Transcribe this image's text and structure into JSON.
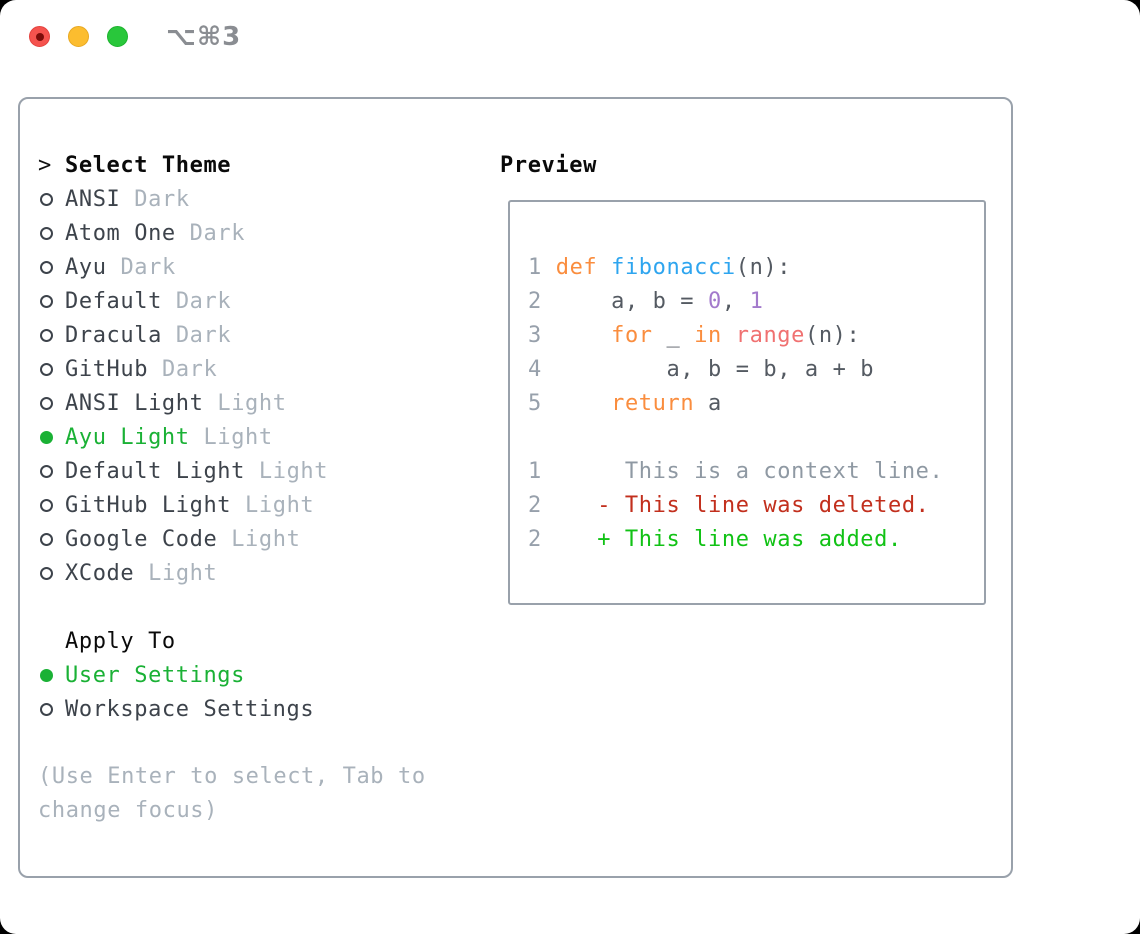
{
  "window": {
    "title": "⌥⌘3"
  },
  "colors": {
    "accent_green": "#1ab135",
    "header_black": "#0a0a0a",
    "item_dark": "#3d434b",
    "muted_gray": "#a9b2bb",
    "panel_border": "#99a1ab",
    "lineno": "#97a0ab",
    "fg": "#545a62",
    "keyword": "#fa8d3e",
    "function": "#2ea5ef",
    "constant": "#a37acc",
    "call": "#f07171",
    "context": "#8f99a3",
    "deleted": "#c22f1d",
    "added": "#11c215",
    "traffic_red": "#f5534e",
    "traffic_yellow": "#fcbd2f",
    "traffic_green": "#29c73b"
  },
  "theme_panel": {
    "header": "Select Theme",
    "pointer": ">",
    "items": [
      {
        "name": "ANSI",
        "variant": "Dark",
        "selected": false
      },
      {
        "name": "Atom One",
        "variant": "Dark",
        "selected": false
      },
      {
        "name": "Ayu",
        "variant": "Dark",
        "selected": false
      },
      {
        "name": "Default",
        "variant": "Dark",
        "selected": false
      },
      {
        "name": "Dracula",
        "variant": "Dark",
        "selected": false
      },
      {
        "name": "GitHub",
        "variant": "Dark",
        "selected": false
      },
      {
        "name": "ANSI Light",
        "variant": "Light",
        "selected": false
      },
      {
        "name": "Ayu Light",
        "variant": "Light",
        "selected": true
      },
      {
        "name": "Default Light",
        "variant": "Light",
        "selected": false
      },
      {
        "name": "GitHub Light",
        "variant": "Light",
        "selected": false
      },
      {
        "name": "Google Code",
        "variant": "Light",
        "selected": false
      },
      {
        "name": "XCode",
        "variant": "Light",
        "selected": false
      }
    ]
  },
  "apply_panel": {
    "header": "Apply To",
    "items": [
      {
        "label": "User Settings",
        "selected": true
      },
      {
        "label": "Workspace Settings",
        "selected": false
      }
    ]
  },
  "footer_hint": "(Use Enter to select, Tab to change focus)",
  "preview": {
    "header": "Preview",
    "lines": [
      {
        "segments": [
          {
            "text": "1",
            "color": "lineno"
          },
          {
            "text": " ",
            "color": "fg"
          },
          {
            "text": "def ",
            "color": "keyword"
          },
          {
            "text": "fibonacci",
            "color": "function"
          },
          {
            "text": "(n):",
            "color": "fg"
          }
        ]
      },
      {
        "segments": [
          {
            "text": "2",
            "color": "lineno"
          },
          {
            "text": "     a, b = ",
            "color": "fg"
          },
          {
            "text": "0",
            "color": "constant"
          },
          {
            "text": ", ",
            "color": "fg"
          },
          {
            "text": "1",
            "color": "constant"
          }
        ]
      },
      {
        "segments": [
          {
            "text": "3",
            "color": "lineno"
          },
          {
            "text": "     ",
            "color": "fg"
          },
          {
            "text": "for",
            "color": "keyword"
          },
          {
            "text": " _ ",
            "color": "fg"
          },
          {
            "text": "in",
            "color": "keyword"
          },
          {
            "text": " ",
            "color": "fg"
          },
          {
            "text": "range",
            "color": "call"
          },
          {
            "text": "(n):",
            "color": "fg"
          }
        ]
      },
      {
        "segments": [
          {
            "text": "4",
            "color": "lineno"
          },
          {
            "text": "         a, b = b, a + b",
            "color": "fg"
          }
        ]
      },
      {
        "segments": [
          {
            "text": "5",
            "color": "lineno"
          },
          {
            "text": "     ",
            "color": "fg"
          },
          {
            "text": "return",
            "color": "keyword"
          },
          {
            "text": " a",
            "color": "fg"
          }
        ]
      },
      {
        "segments": []
      },
      {
        "segments": [
          {
            "text": "1",
            "color": "lineno"
          },
          {
            "text": "      This is a context line.",
            "color": "context"
          }
        ]
      },
      {
        "segments": [
          {
            "text": "2",
            "color": "lineno"
          },
          {
            "text": "    - This line was deleted.",
            "color": "deleted"
          }
        ]
      },
      {
        "segments": [
          {
            "text": "2",
            "color": "lineno"
          },
          {
            "text": "    + This line was added.",
            "color": "added"
          }
        ]
      }
    ]
  }
}
